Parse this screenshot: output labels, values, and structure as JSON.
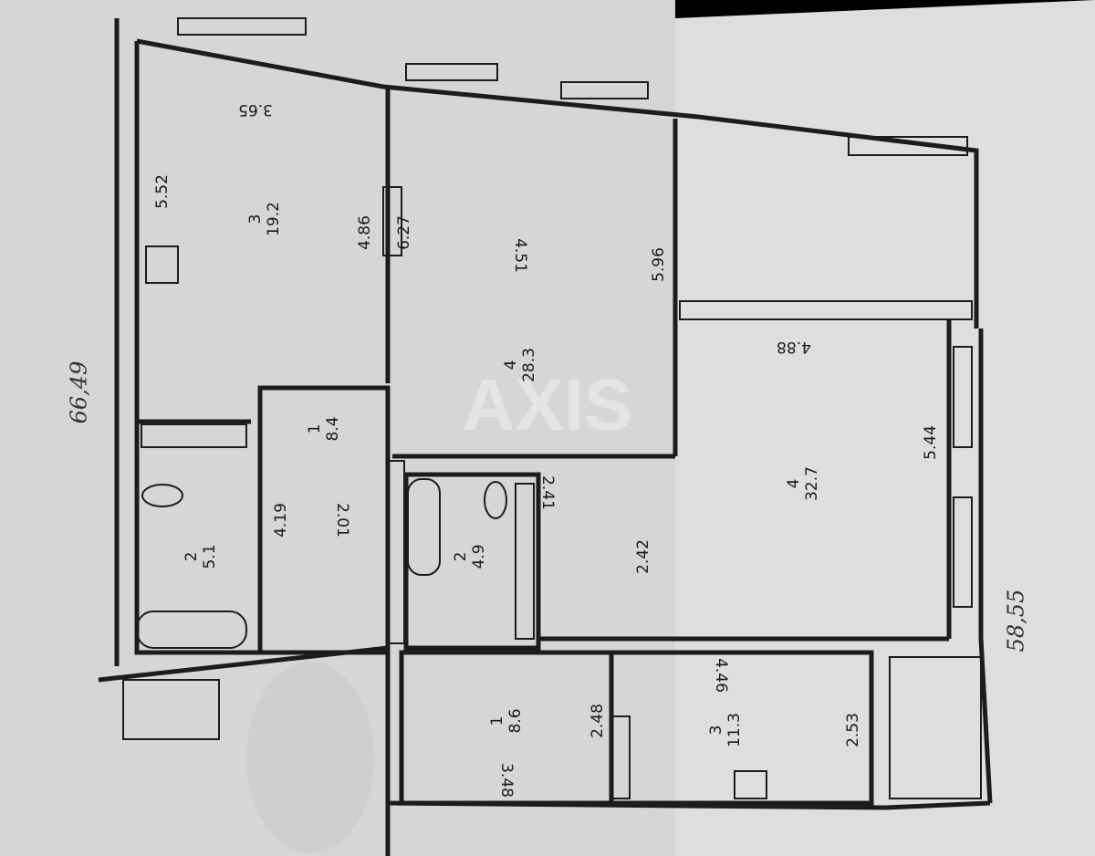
{
  "watermark": "AXIS",
  "handwritten": {
    "total_left": "66,49",
    "total_right": "58,55"
  },
  "rooms": [
    {
      "number": "3",
      "area": "19.2",
      "dims": [
        "5.52",
        "4.86",
        "3.65"
      ]
    },
    {
      "number": "4",
      "area": "28.3",
      "dims": [
        "6.27",
        "4.51",
        "5.96"
      ]
    },
    {
      "number": "4",
      "area": "32.7",
      "dims": [
        "4.88",
        "5.44"
      ]
    },
    {
      "number": "1",
      "area": "8.4",
      "dims": [
        "4.19",
        "2.01"
      ]
    },
    {
      "number": "2",
      "area": "5.1",
      "dims": []
    },
    {
      "number": "2",
      "area": "4.9",
      "dims": []
    },
    {
      "number": "1",
      "area": "8.6",
      "dims": [
        "2.48",
        "3.48"
      ]
    },
    {
      "number": "3",
      "area": "11.3",
      "dims": [
        "4.46",
        "2.53"
      ]
    }
  ],
  "hall": {
    "dims": [
      "2.41",
      "2.42"
    ]
  },
  "colors": {
    "paper": "#d8d8da",
    "ink": "#1c1c1c",
    "background": "#000000"
  }
}
